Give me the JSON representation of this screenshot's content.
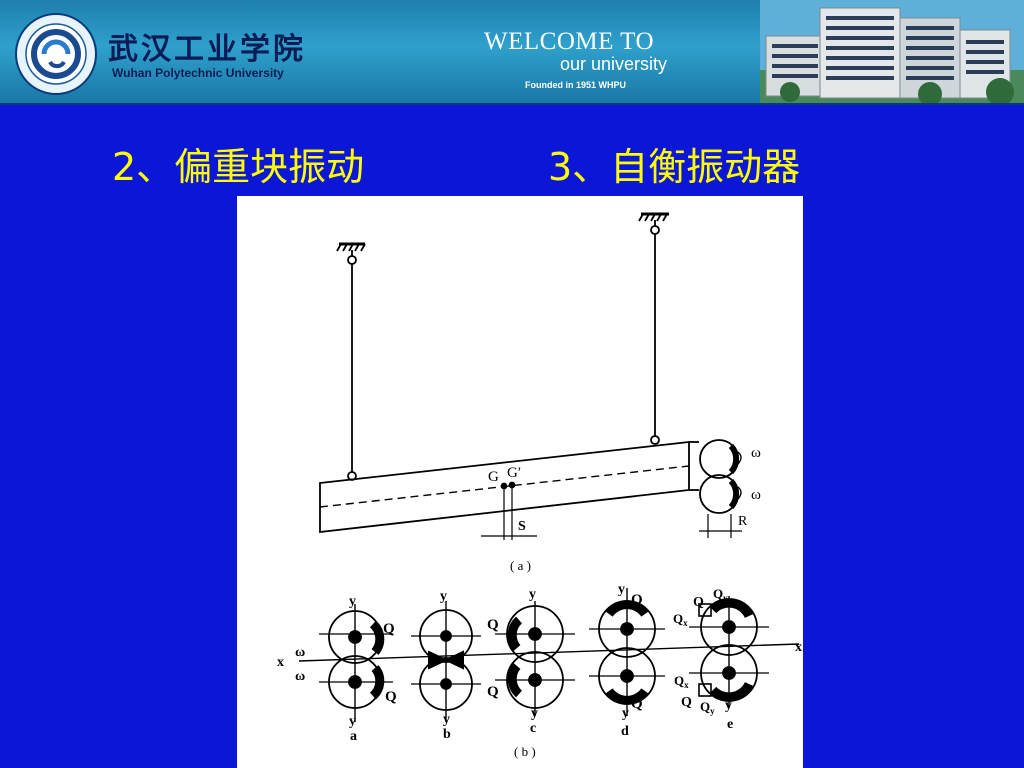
{
  "header": {
    "university_cn": "武汉工业学院",
    "university_en": "Wuhan Polytechnic University",
    "welcome": "WELCOME TO",
    "our_university": "our university",
    "founded": "Founded in 1951 WHPU"
  },
  "slide": {
    "title_left": "2、偏重块振动",
    "title_right": "3、自衡振动器"
  },
  "figure": {
    "top": {
      "label_G": "G",
      "label_G_prime": "G′",
      "label_S": "S",
      "label_R": "R",
      "label_omega_1": "ω",
      "label_omega_2": "ω",
      "caption": "( a )"
    },
    "bottom": {
      "axis_x_left": "x",
      "axis_x_right": "x",
      "omega_top": "ω",
      "omega_bottom": "ω",
      "caption": "( b )",
      "panels": [
        {
          "y_top": "y",
          "y_bottom": "y",
          "letter": "a",
          "labels": [
            "Q",
            "Q"
          ]
        },
        {
          "y_top": "y",
          "y_bottom": "y",
          "letter": "b",
          "labels": []
        },
        {
          "y_top": "y",
          "y_bottom": "y",
          "letter": "c",
          "labels": [
            "Q",
            "Q"
          ]
        },
        {
          "y_top": "y",
          "y_bottom": "y",
          "letter": "d",
          "labels": [
            "Q",
            "Q"
          ]
        },
        {
          "y_top": "y",
          "y_bottom": "y",
          "letter": "e",
          "labels": [
            "Q",
            "Q"
          ]
        }
      ],
      "e_top_Qx": "Q",
      "e_top_Qx_sub": "x",
      "e_top_Qy": "Q",
      "e_top_Qy_sub": "y",
      "e_bot_Qx": "Q",
      "e_bot_Qx_sub": "x",
      "e_bot_Qy": "Q",
      "e_bot_Qy_sub": "y"
    }
  }
}
